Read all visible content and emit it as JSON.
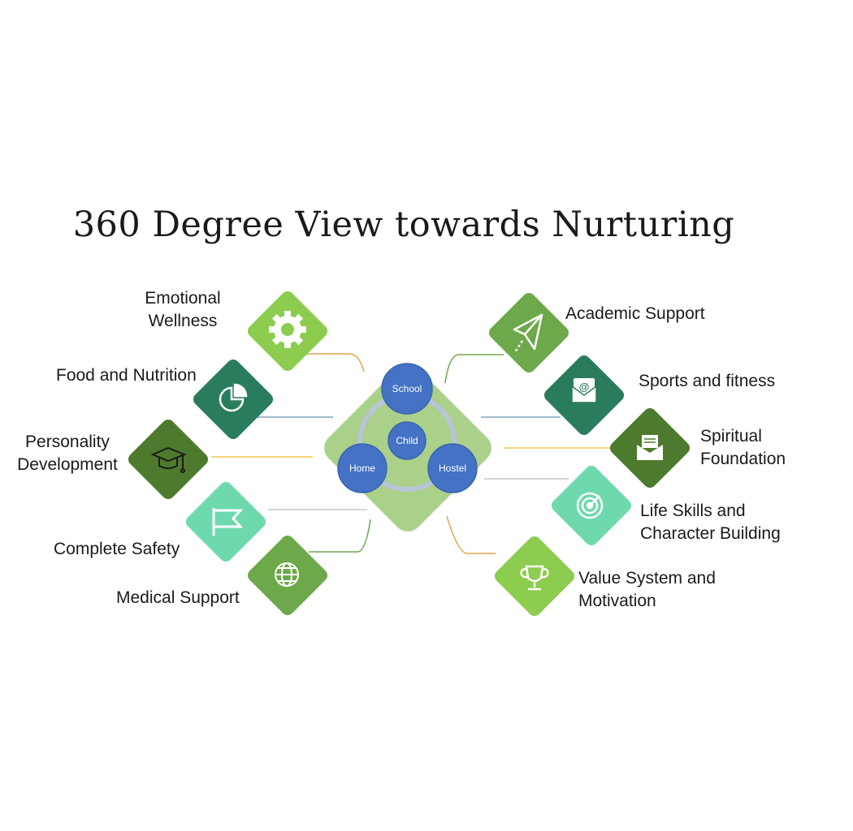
{
  "title": "360 Degree View towards Nurturing",
  "center": {
    "circles": [
      "School",
      "Child",
      "Home",
      "Hostel"
    ]
  },
  "left_items": [
    {
      "label": "Emotional Wellness",
      "icon": "gear-icon",
      "color": "#8ccc4e"
    },
    {
      "label": "Food and Nutrition",
      "icon": "pie-chart-icon",
      "color": "#2a7d5c"
    },
    {
      "label": "Personality Development",
      "icon": "graduation-cap-icon",
      "color": "#4e7a2d"
    },
    {
      "label": "Complete Safety",
      "icon": "flag-icon",
      "color": "#6fd9ae"
    },
    {
      "label": "Medical Support",
      "icon": "globe-icon",
      "color": "#6da84a"
    }
  ],
  "right_items": [
    {
      "label": "Academic Support",
      "icon": "paper-plane-icon",
      "color": "#6da84a"
    },
    {
      "label": "Sports and fitness",
      "icon": "email-icon",
      "color": "#2a7d5c"
    },
    {
      "label": "Spiritual Foundation",
      "icon": "mail-envelope-icon",
      "color": "#4e7a2d"
    },
    {
      "label": "Life Skills and Character Building",
      "icon": "target-icon",
      "color": "#6fd9ae"
    },
    {
      "label": "Value System and Motivation",
      "icon": "trophy-icon",
      "color": "#8ccc4e"
    }
  ]
}
